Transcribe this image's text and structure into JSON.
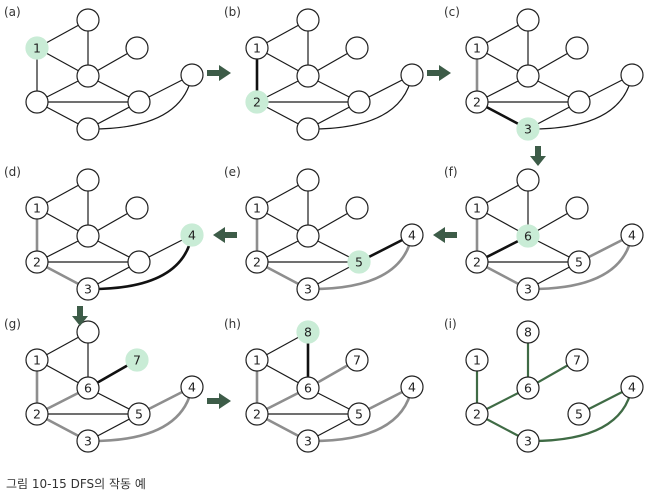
{
  "caption": "그림 10-15  DFS의 작동 예",
  "colors": {
    "black": "#111111",
    "gray": "#8e8e8e",
    "thin": "#1a1a1a",
    "node_fill": "#ffffff",
    "highlight": "#c9ecd6",
    "arrow": "#3d5c48",
    "dfs_tree": "#3f6b45"
  },
  "icons": {
    "step_arrow": "thick-right-arrow"
  },
  "panels": [
    {
      "id": "a",
      "label": "(a)",
      "highlight": "1",
      "labels": {
        "n1": "1"
      },
      "edges": {
        "black": [],
        "gray": [],
        "green": []
      }
    },
    {
      "id": "b",
      "label": "(b)",
      "highlight": "2",
      "labels": {
        "n1": "1",
        "n2": "2"
      },
      "edges": {
        "black": [
          [
            "n1",
            "n2"
          ]
        ],
        "gray": [],
        "green": []
      }
    },
    {
      "id": "c",
      "label": "(c)",
      "highlight": "3",
      "labels": {
        "n1": "1",
        "n2": "2",
        "n3": "3"
      },
      "edges": {
        "black": [
          [
            "n2",
            "n3"
          ]
        ],
        "gray": [
          [
            "n1",
            "n2"
          ]
        ],
        "green": []
      }
    },
    {
      "id": "d",
      "label": "(d)",
      "highlight": "4",
      "labels": {
        "n1": "1",
        "n2": "2",
        "n3": "3",
        "n4": "4"
      },
      "edges": {
        "black": [
          [
            "n3",
            "n4"
          ]
        ],
        "gray": [
          [
            "n1",
            "n2"
          ],
          [
            "n2",
            "n3"
          ]
        ],
        "green": []
      }
    },
    {
      "id": "e",
      "label": "(e)",
      "highlight": "5",
      "labels": {
        "n1": "1",
        "n2": "2",
        "n3": "3",
        "n4": "4",
        "n5": "5"
      },
      "edges": {
        "black": [
          [
            "n4",
            "n5"
          ]
        ],
        "gray": [
          [
            "n1",
            "n2"
          ],
          [
            "n2",
            "n3"
          ],
          [
            "n3",
            "n4"
          ]
        ],
        "green": []
      }
    },
    {
      "id": "f",
      "label": "(f)",
      "highlight": "6",
      "labels": {
        "n1": "1",
        "n2": "2",
        "n3": "3",
        "n4": "4",
        "n5": "5",
        "n6": "6"
      },
      "edges": {
        "black": [
          [
            "n2",
            "n6"
          ]
        ],
        "gray": [
          [
            "n1",
            "n2"
          ],
          [
            "n2",
            "n3"
          ],
          [
            "n3",
            "n4"
          ],
          [
            "n4",
            "n5"
          ]
        ],
        "green": []
      }
    },
    {
      "id": "g",
      "label": "(g)",
      "highlight": "7",
      "labels": {
        "n1": "1",
        "n2": "2",
        "n3": "3",
        "n4": "4",
        "n5": "5",
        "n6": "6",
        "n7": "7"
      },
      "edges": {
        "black": [
          [
            "n6",
            "n7"
          ]
        ],
        "gray": [
          [
            "n1",
            "n2"
          ],
          [
            "n2",
            "n3"
          ],
          [
            "n3",
            "n4"
          ],
          [
            "n4",
            "n5"
          ],
          [
            "n2",
            "n6"
          ]
        ],
        "green": []
      }
    },
    {
      "id": "h",
      "label": "(h)",
      "highlight": "8",
      "labels": {
        "n1": "1",
        "n2": "2",
        "n3": "3",
        "n4": "4",
        "n5": "5",
        "n6": "6",
        "n7": "7",
        "n8": "8"
      },
      "edges": {
        "black": [
          [
            "n6",
            "n8"
          ]
        ],
        "gray": [
          [
            "n1",
            "n2"
          ],
          [
            "n2",
            "n3"
          ],
          [
            "n3",
            "n4"
          ],
          [
            "n4",
            "n5"
          ],
          [
            "n2",
            "n6"
          ],
          [
            "n6",
            "n7"
          ]
        ],
        "green": []
      }
    },
    {
      "id": "i",
      "label": "(i)",
      "highlight": "",
      "labels": {
        "n1": "1",
        "n2": "2",
        "n3": "3",
        "n4": "4",
        "n5": "5",
        "n6": "6",
        "n7": "7",
        "n8": "8"
      },
      "final": true,
      "edges": {
        "black": [],
        "gray": [],
        "green": [
          [
            "n1",
            "n2"
          ],
          [
            "n2",
            "n3"
          ],
          [
            "n3",
            "n4"
          ],
          [
            "n4",
            "n5"
          ],
          [
            "n2",
            "n6"
          ],
          [
            "n6",
            "n7"
          ],
          [
            "n6",
            "n8"
          ]
        ]
      }
    }
  ]
}
